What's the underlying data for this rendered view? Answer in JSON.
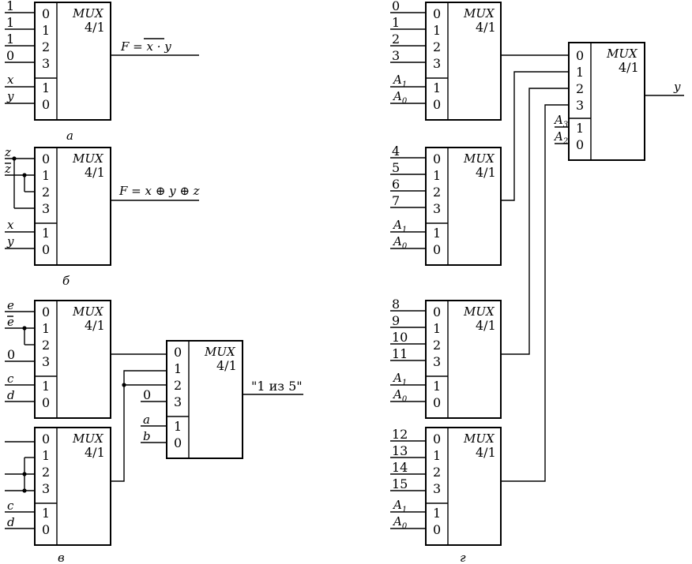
{
  "mux_label": "MUX",
  "mux_ratio": "4/1",
  "pins": {
    "d0": "0",
    "d1": "1",
    "d2": "2",
    "d3": "3",
    "s1": "1",
    "s0": "0"
  },
  "diagram_a": {
    "caption": "а",
    "inputs": [
      "1",
      "1",
      "1",
      "0"
    ],
    "select": [
      "x",
      "y"
    ],
    "output_prefix": "F = ",
    "output_expr": "x · y"
  },
  "diagram_b": {
    "caption": "б",
    "inputs": [
      "z",
      "z"
    ],
    "select": [
      "x",
      "y"
    ],
    "output": "F = x ⊕ y ⊕ z"
  },
  "diagram_v": {
    "caption": "в",
    "top_inputs": [
      "e",
      "e",
      "0"
    ],
    "top_select": [
      "c",
      "d"
    ],
    "bottom_select": [
      "c",
      "d"
    ],
    "final_inputs": [
      "0"
    ],
    "final_select": [
      "a",
      "b"
    ],
    "output": "\"1 из 5\""
  },
  "diagram_g": {
    "caption": "г",
    "m1_inputs": [
      "0",
      "1",
      "2",
      "3"
    ],
    "m2_inputs": [
      "4",
      "5",
      "6",
      "7"
    ],
    "m3_inputs": [
      "8",
      "9",
      "10",
      "11"
    ],
    "m4_inputs": [
      "12",
      "13",
      "14",
      "15"
    ],
    "sel_A": "A",
    "sel_low": [
      "1",
      "0"
    ],
    "sel_high": [
      "3",
      "2"
    ],
    "output": "y"
  }
}
